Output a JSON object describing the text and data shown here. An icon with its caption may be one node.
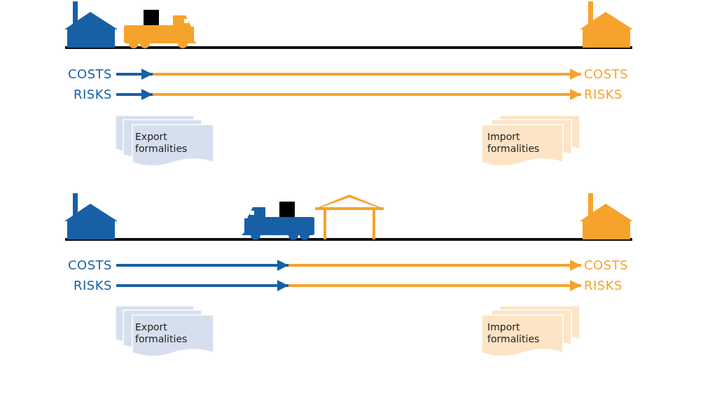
{
  "diagram": {
    "nodes": [
      {
        "text": [
          "COSTS"
        ]
      },
      {
        "text": [
          "COSTS"
        ]
      },
      {
        "text": [
          "RISKS"
        ]
      },
      {
        "text": [
          "RISKS"
        ]
      },
      {
        "text": [
          "Export formalities"
        ]
      },
      {
        "text": [
          "Import formalities"
        ]
      },
      {
        "text": [
          "COSTS"
        ]
      },
      {
        "text": [
          "COSTS"
        ]
      },
      {
        "text": [
          "RISKS"
        ]
      },
      {
        "text": [
          "RISKS"
        ]
      },
      {
        "text": [
          "Export formalities"
        ]
      },
      {
        "text": [
          "Import formalities"
        ]
      }
    ],
    "edges": [
      {
        "from": 0,
        "to": 1,
        "arrow": "to"
      },
      {
        "from": 2,
        "to": 3,
        "arrow": "to"
      },
      {
        "from": 6,
        "to": 7,
        "arrow": "to"
      },
      {
        "from": 8,
        "to": 9,
        "arrow": "to"
      }
    ]
  }
}
